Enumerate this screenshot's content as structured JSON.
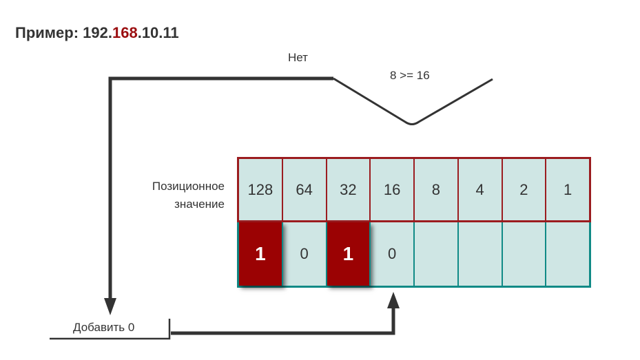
{
  "title": {
    "prefix": "Пример: 192.",
    "highlight": "168",
    "suffix": ".10.11"
  },
  "decision": {
    "no_label": "Нет",
    "condition": "8 >= 16"
  },
  "positional_label": {
    "line1": "Позиционное",
    "line2": "значение"
  },
  "positional_values": [
    "128",
    "64",
    "32",
    "16",
    "8",
    "4",
    "2",
    "1"
  ],
  "bits": [
    {
      "value": "1",
      "highlighted": true
    },
    {
      "value": "0",
      "highlighted": false
    },
    {
      "value": "1",
      "highlighted": true
    },
    {
      "value": "0",
      "highlighted": false
    },
    {
      "value": "",
      "highlighted": false
    },
    {
      "value": "",
      "highlighted": false
    },
    {
      "value": "",
      "highlighted": false
    },
    {
      "value": "",
      "highlighted": false
    }
  ],
  "action_label": "Добавить 0",
  "colors": {
    "accent_red": "#9b0e10",
    "bit_highlight": "#9b0203",
    "cell_fill": "#cfe6e4",
    "teal_border": "#108a86",
    "red_border": "#9b1c1f",
    "line": "#333333"
  }
}
